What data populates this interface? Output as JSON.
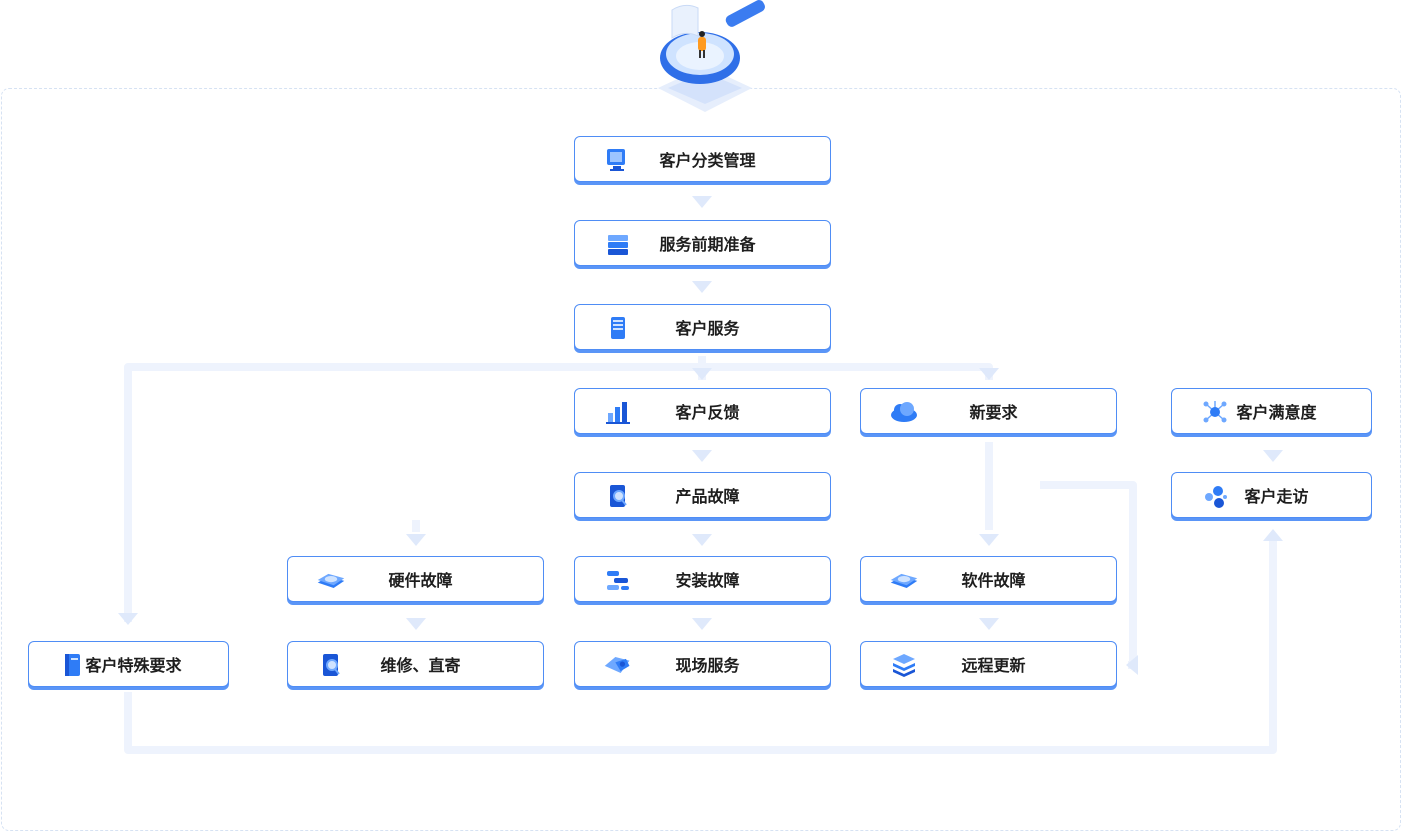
{
  "diagram": {
    "colors": {
      "border": "#4f8df5",
      "connector": "#eef3fd",
      "arrow": "#dfe9fb",
      "icon_primary": "#2f7cf6",
      "icon_dark": "#1a56d6",
      "text": "#1e1e1e"
    },
    "hero_icon": "magnifier-person-icon",
    "nodes": {
      "customer_classification": {
        "label": "客户分类管理",
        "icon": "monitor-icon"
      },
      "service_preparation": {
        "label": "服务前期准备",
        "icon": "stacked-boxes-icon"
      },
      "customer_service": {
        "label": "客户服务",
        "icon": "server-tower-icon"
      },
      "customer_feedback": {
        "label": "客户反馈",
        "icon": "bar-chart-icon"
      },
      "new_requirement": {
        "label": "新要求",
        "icon": "cloud-icon"
      },
      "customer_satisfaction": {
        "label": "客户满意度",
        "icon": "molecule-icon"
      },
      "product_fault": {
        "label": "产品故障",
        "icon": "device-search-icon"
      },
      "customer_visit": {
        "label": "客户走访",
        "icon": "bubbles-icon"
      },
      "hardware_fault": {
        "label": "硬件故障",
        "icon": "hard-disk-icon"
      },
      "installation_fault": {
        "label": "安装故障",
        "icon": "network-nodes-icon"
      },
      "software_fault": {
        "label": "软件故障",
        "icon": "hard-disk-icon"
      },
      "customer_special_request": {
        "label": "客户特殊要求",
        "icon": "book-icon"
      },
      "repair_mail": {
        "label": "维修、直寄",
        "icon": "device-search-icon"
      },
      "onsite_service": {
        "label": "现场服务",
        "icon": "tag-wrench-icon"
      },
      "remote_update": {
        "label": "远程更新",
        "icon": "layers-icon"
      }
    }
  }
}
